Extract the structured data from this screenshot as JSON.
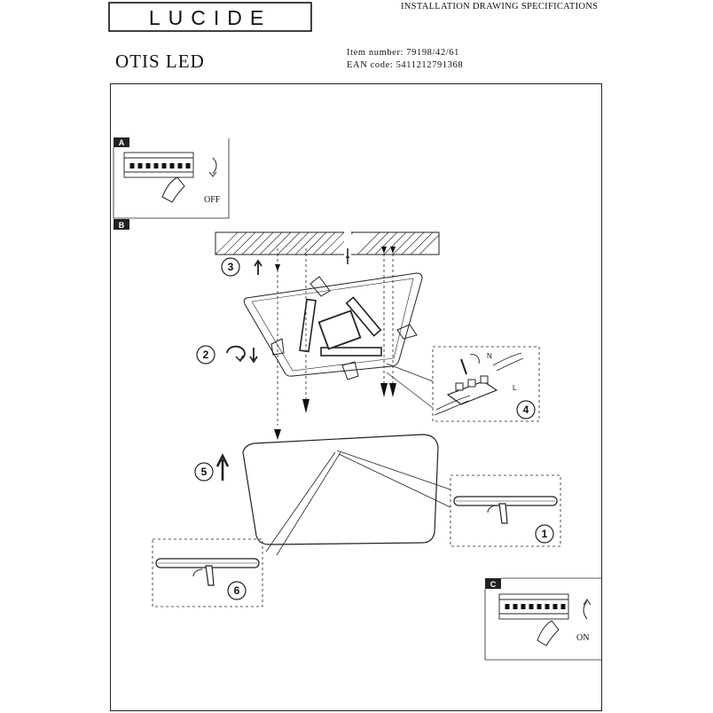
{
  "header": {
    "brand": "LUCIDE",
    "spec_title": "INSTALLATION DRAWING SPECIFICATIONS",
    "product_name": "OTIS LED",
    "item_number": "Item number: 79198/42/61",
    "ean_code": "EAN code: 5411212791368"
  },
  "panels": {
    "a": {
      "tag": "A",
      "label": "OFF"
    },
    "b": {
      "tag": "B"
    },
    "c": {
      "tag": "C",
      "label": "ON"
    }
  },
  "steps": {
    "one": "1",
    "two": "2",
    "three": "3",
    "four": "4",
    "five": "5",
    "six": "6"
  },
  "wiring": {
    "neutral": "N",
    "live": "L"
  },
  "icons": {
    "brand_logo": "lucide-wordmark",
    "breaker": "circuit-breaker-icon",
    "rotate": "rotate-clockwise-icon",
    "arrow_up": "arrow-up-icon"
  }
}
